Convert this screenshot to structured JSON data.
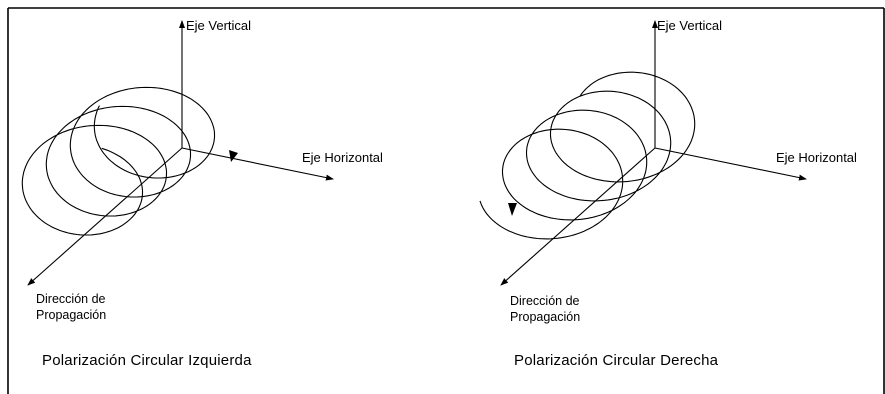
{
  "panels": [
    {
      "vertical_axis_label": "Eje Vertical",
      "horizontal_axis_label": "Eje Horizontal",
      "propagation_label_line1": "Dirección de",
      "propagation_label_line2": "Propagación",
      "caption": "Polarización Circular Izquierda"
    },
    {
      "vertical_axis_label": "Eje Vertical",
      "horizontal_axis_label": "Eje Horizontal",
      "propagation_label_line1": "Dirección de",
      "propagation_label_line2": "Propagación",
      "caption": "Polarización Circular Derecha"
    }
  ]
}
